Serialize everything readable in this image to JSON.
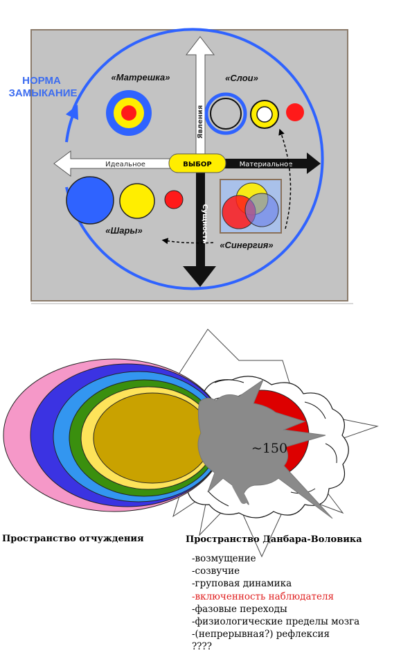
{
  "top_diagram": {
    "norma_line1": "НОРМА",
    "norma_line2": "ЗАМЫКАНИЕ",
    "label_matreshka": "«Матрешка»",
    "label_sloi": "«Слои»",
    "label_shary": "«Шары»",
    "label_synergy": "«Синергия»",
    "axis_up": "Явления",
    "axis_down": "Сущности",
    "axis_left": "Идеальное",
    "axis_right": "Материальное",
    "center": "ВЫБОР"
  },
  "bottom_diagram": {
    "number": "~150",
    "caption_left": "Пространство отчуждения",
    "caption_right": "Пространство Данбара-Воловика"
  },
  "list_items": [
    "-возмущение",
    "-созвучие",
    "-груповая динамика",
    "-включенность наблюдателя",
    "-фазовые переходы",
    "-физиологические пределы мозга",
    "-(непрерывная?) рефлексия",
    "????"
  ],
  "colors": {
    "panel_gray": "#c3c3c3",
    "ring_blue": "#2f63ff",
    "red": "#ff1a1a",
    "yellow": "#ffee00",
    "highlight_text": "#e02020"
  }
}
